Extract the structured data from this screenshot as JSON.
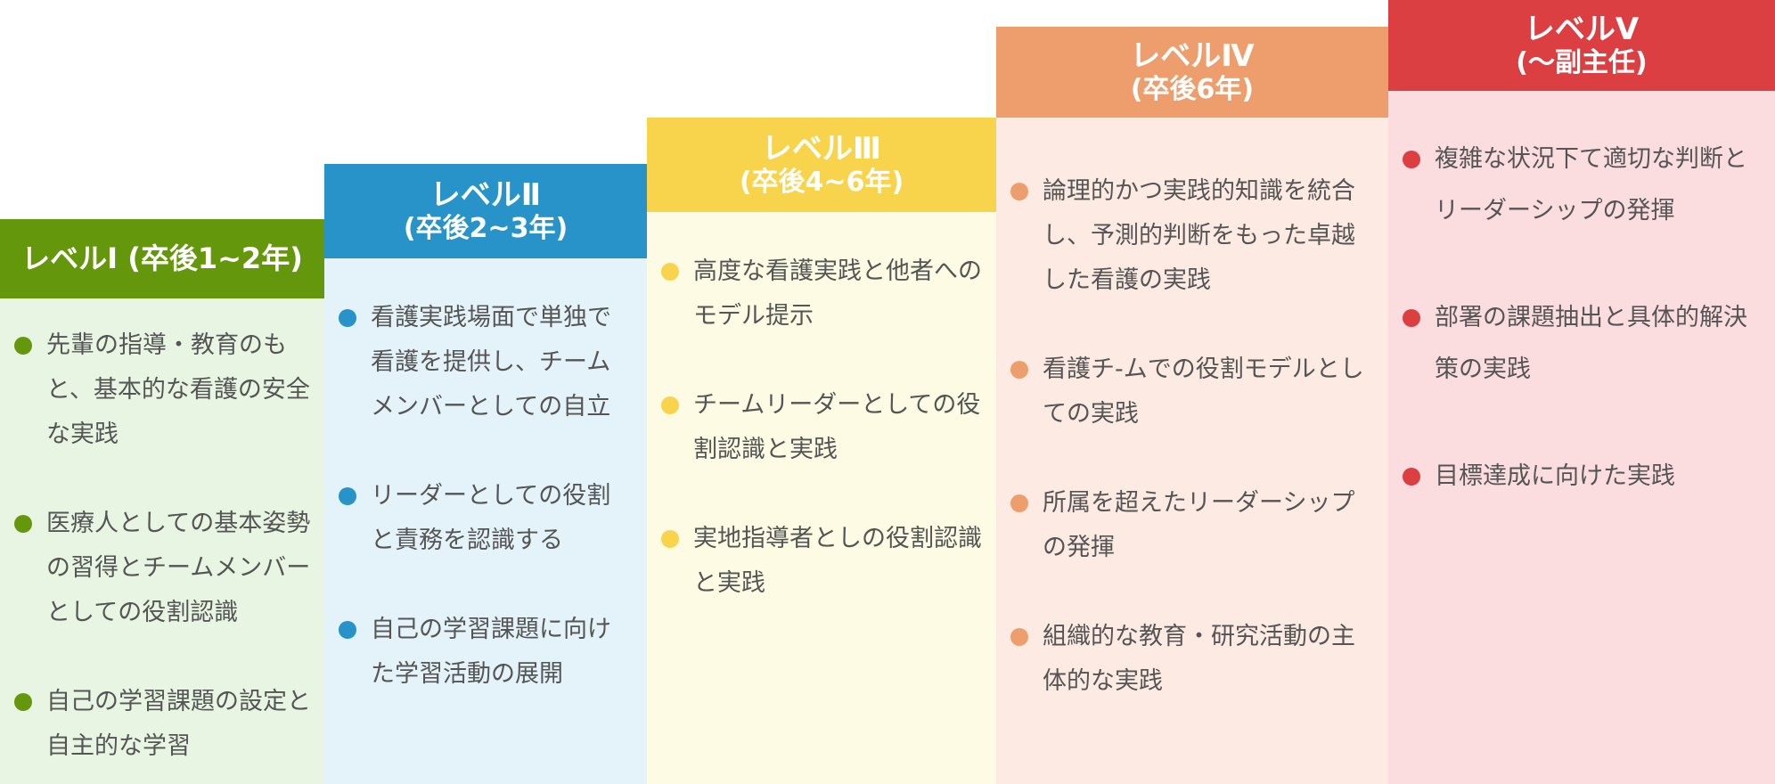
{
  "levels": [
    {
      "title": "レベルⅠ (卒後1~2年)",
      "subtitle": "",
      "color": "#65970d",
      "bg": "#e8f5e2",
      "items": [
        "先輩の指導・教育のもと、基本的な看護の安全な実践",
        "医療人としての基本姿勢の習得とチームメンバーとしての役割認識",
        "自己の学習課題の設定と自主的な学習"
      ]
    },
    {
      "title": "レベルⅡ",
      "subtitle": "(卒後2~3年)",
      "color": "#2793c8",
      "bg": "#e4f2fa",
      "items": [
        "看護実践場面で単独で看護を提供し、チームメンバーとしての自立",
        "リーダーとしての役割と責務を認識する",
        "自己の学習課題に向けた学習活動の展開"
      ]
    },
    {
      "title": "レベルⅢ",
      "subtitle": "(卒後4~6年)",
      "color": "#f8d44c",
      "bg": "#fdfbe3",
      "items": [
        "高度な看護実践と他者へのモデル提示",
        "チームリーダーとしての役割認識と実践",
        "実地指導者としの役割認識と実践"
      ]
    },
    {
      "title": "レベルⅣ",
      "subtitle": "(卒後6年)",
      "color": "#ee9e6c",
      "bg": "#fdebe3",
      "items": [
        "論理的かつ実践的知識を統合し、予測的判断をもった卓越した看護の実践",
        "看護チ-ムでの役割モデルとしての実践",
        "所属を超えたリーダーシップの発揮",
        "組織的な教育・研究活動の主体的な実践"
      ]
    },
    {
      "title": "レベルⅤ",
      "subtitle": "(〜副主任)",
      "color": "#dc3f41",
      "bg": "#fbdde0",
      "items": [
        "複雑な状況下て適切な判断とリーダーシップの発揮",
        "部署の課題抽出と具体的解決策の実践",
        "目標達成に向けた実践"
      ]
    }
  ]
}
